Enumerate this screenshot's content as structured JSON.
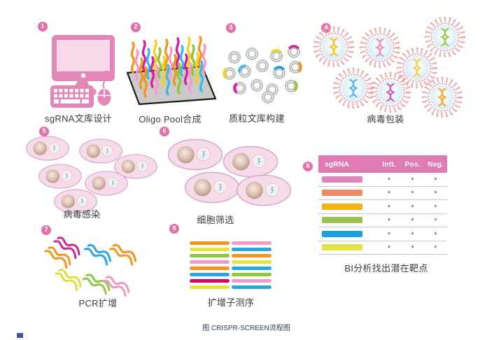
{
  "caption": "图 CRISPR-SCREEN流程图",
  "steps": [
    {
      "num": "1",
      "label": "sgRNA文库设计",
      "icon": "computer-icon"
    },
    {
      "num": "2",
      "label": "Oligo Pool合成",
      "icon": "oligo-pool-icon"
    },
    {
      "num": "3",
      "label": "质粒文库构建",
      "icon": "plasmid-library-icon"
    },
    {
      "num": "4",
      "label": "病毒包装",
      "icon": "virus-particles-icon"
    },
    {
      "num": "5",
      "label": "病毒感染",
      "icon": "infected-cells-icon"
    },
    {
      "num": "6",
      "label": "细胞筛选",
      "icon": "selected-cells-icon"
    },
    {
      "num": "7",
      "label": "PCR扩增",
      "icon": "pcr-strands-icon"
    },
    {
      "num": "8",
      "label": "扩增子测序",
      "icon": "amplicon-bars-icon"
    },
    {
      "num": "9",
      "label": "BI分析找出潜在靶点",
      "icon": "sgrna-result-table"
    }
  ],
  "table": {
    "headers": [
      "sgRNA",
      "Intt.",
      "Pos.",
      "Neg."
    ],
    "rows": [
      {
        "bar_color": "#e383bd",
        "values": [
          "*",
          "*",
          "*"
        ]
      },
      {
        "bar_color": "#f08a66",
        "values": [
          "*",
          "*",
          "*"
        ]
      },
      {
        "bar_color": "#f7b114",
        "values": [
          "*",
          "*",
          "*"
        ]
      },
      {
        "bar_color": "#9cc24d",
        "values": [
          "*",
          "*",
          "*"
        ]
      },
      {
        "bar_color": "#1ba2dd",
        "values": [
          "*",
          "*",
          "*"
        ]
      },
      {
        "bar_color": "#e4e24a",
        "values": [
          "*",
          "*",
          "*"
        ]
      }
    ]
  },
  "amplicon": {
    "rows": [
      {
        "left": "#f5951d",
        "right": "#f09bc8"
      },
      {
        "left": "#e8e23c",
        "right": "#2ba6df"
      },
      {
        "left": "#8dc63f",
        "right": "#f5951d"
      },
      {
        "left": "#f09bc8",
        "right": "#e8e23c"
      },
      {
        "left": "#f5951d",
        "right": "#2ba6df"
      },
      {
        "left": "#2ba6df",
        "right": "#8dc63f"
      },
      {
        "left": "#d6006e",
        "right": "#f09bc8"
      },
      {
        "left": "#e8e23c",
        "right": "#2ba6df"
      }
    ]
  },
  "colors": {
    "badge": "#e170ab",
    "accent_pink": "#e287b8",
    "table_header": "#e07ab2",
    "caption_text": "#32445a",
    "label_text": "#3d3d3d",
    "cell_fill": "#f6dcea",
    "cell_border": "#dcaac9",
    "plasmid_ring": "#b4b4b4",
    "oligo_palette": [
      "#f5951d",
      "#8dc63f",
      "#d6219c",
      "#f59bc5",
      "#f2d21f",
      "#3bb8e8"
    ],
    "virus_dna_colors": [
      "#f3c522",
      "#ef8ebc",
      "#9acb3c",
      "#f3d24b",
      "#56b8e8",
      "#d55ab4",
      "#f5a930"
    ],
    "pcr_colors": [
      "#c5299b",
      "#f5951d",
      "#2ba6df",
      "#f5951d",
      "#e3dd3a",
      "#8dc63f",
      "#f097c0"
    ],
    "plasmid_arc_colors": [
      "#f2d21f",
      "#d6219c",
      "#f2d21f",
      "#3bb8e8",
      "#1b9cd8",
      "#f5951d",
      "#d6219c",
      "#8dc63f"
    ]
  }
}
